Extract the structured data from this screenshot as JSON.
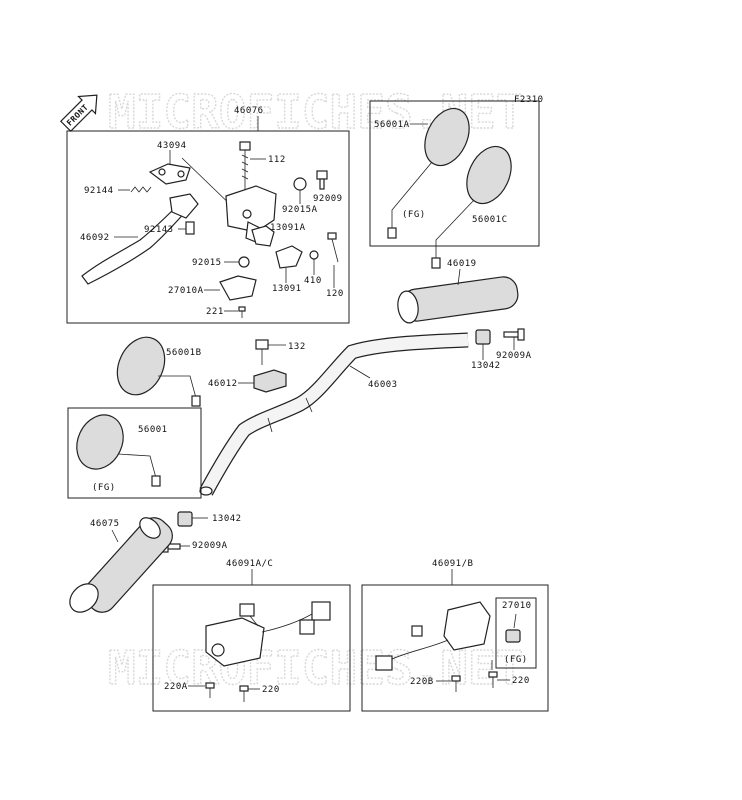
{
  "diagram_code": "F2310",
  "front_label": "FRONT",
  "watermark": "MICROFICHES.NET",
  "labels": {
    "l46076": "46076",
    "l43094": "43094",
    "l112": "112",
    "l92144": "92144",
    "l92009": "92009",
    "l92015A": "92015A",
    "l46092": "46092",
    "l92143": "92143",
    "l13091A": "13091A",
    "l92015": "92015",
    "l410": "410",
    "l27010A": "27010A",
    "l13091": "13091",
    "l120": "120",
    "l221": "221",
    "l56001A": "56001A",
    "lFG1": "(FG)",
    "l56001C": "56001C",
    "l46019": "46019",
    "l56001B": "56001B",
    "l132": "132",
    "l13042a": "13042",
    "l92009Aa": "92009A",
    "l46012": "46012",
    "l46003": "46003",
    "l56001": "56001",
    "lFG2": "(FG)",
    "l13042b": "13042",
    "l46075": "46075",
    "l92009Ab": "92009A",
    "l46091AC": "46091A/C",
    "l46091B": "46091/B",
    "l27010": "27010",
    "lFG3": "(FG)",
    "l220A": "220A",
    "l220a": "220",
    "l220B": "220B",
    "l220b": "220"
  }
}
